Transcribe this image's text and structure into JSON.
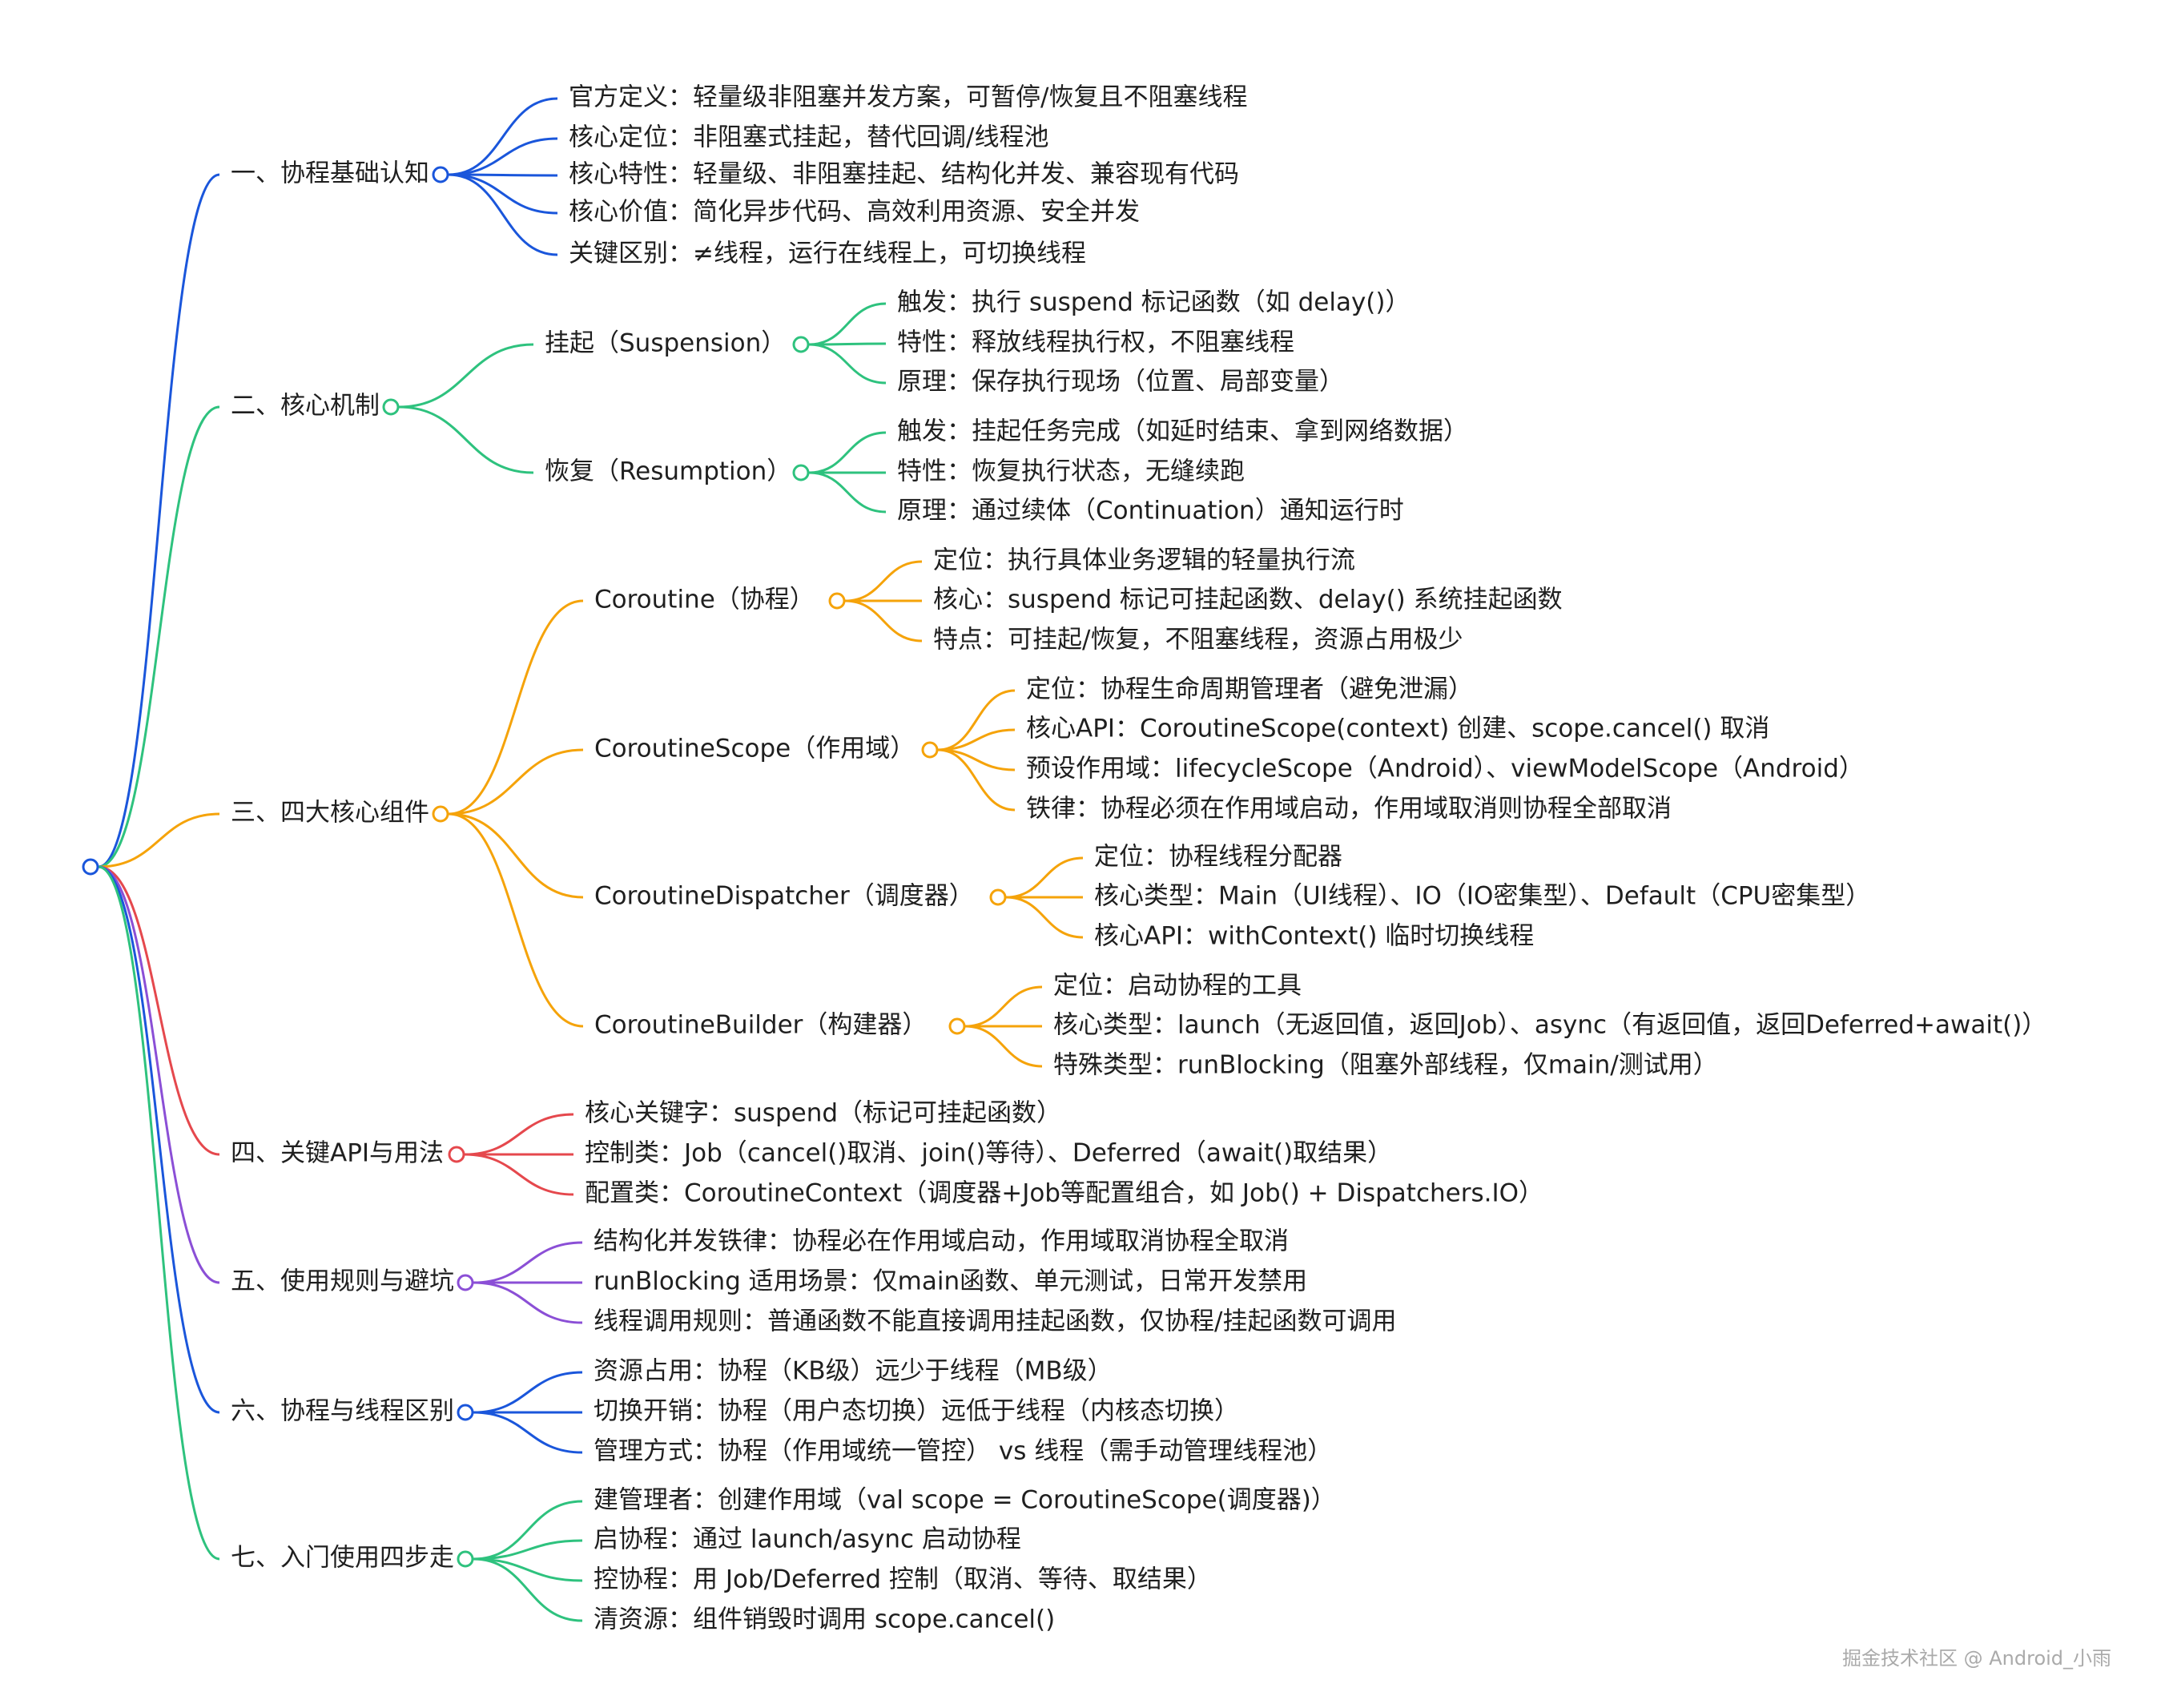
{
  "root": {
    "label": ""
  },
  "watermark": "掘金技术社区 @ Android_小雨",
  "branches": [
    {
      "label": "一、协程基础认知",
      "color": "#1a56db",
      "children": [
        {
          "label": "官方定义：轻量级非阻塞并发方案，可暂停/恢复且不阻塞线程"
        },
        {
          "label": "核心定位：非阻塞式挂起，替代回调/线程池"
        },
        {
          "label": "核心特性：轻量级、非阻塞挂起、结构化并发、兼容现有代码"
        },
        {
          "label": "核心价值：简化异步代码、高效利用资源、安全并发"
        },
        {
          "label": "关键区别：≠线程，运行在线程上，可切换线程"
        }
      ]
    },
    {
      "label": "二、核心机制",
      "color": "#2ec27e",
      "children": [
        {
          "label": "挂起（Suspension）",
          "children": [
            {
              "label": "触发：执行 suspend 标记函数（如 delay()）"
            },
            {
              "label": "特性：释放线程执行权，不阻塞线程"
            },
            {
              "label": "原理：保存执行现场（位置、局部变量）"
            }
          ]
        },
        {
          "label": "恢复（Resumption）",
          "children": [
            {
              "label": "触发：挂起任务完成（如延时结束、拿到网络数据）"
            },
            {
              "label": "特性：恢复执行状态，无缝续跑"
            },
            {
              "label": "原理：通过续体（Continuation）通知运行时"
            }
          ]
        }
      ]
    },
    {
      "label": "三、四大核心组件",
      "color": "#f5a30a",
      "children": [
        {
          "label": "Coroutine（协程）",
          "children": [
            {
              "label": "定位：执行具体业务逻辑的轻量执行流"
            },
            {
              "label": "核心：suspend 标记可挂起函数、delay() 系统挂起函数"
            },
            {
              "label": "特点：可挂起/恢复，不阻塞线程，资源占用极少"
            }
          ]
        },
        {
          "label": "CoroutineScope（作用域）",
          "children": [
            {
              "label": "定位：协程生命周期管理者（避免泄漏）"
            },
            {
              "label": "核心API：CoroutineScope(context) 创建、scope.cancel() 取消"
            },
            {
              "label": "预设作用域：lifecycleScope（Android）、viewModelScope（Android）"
            },
            {
              "label": "铁律：协程必须在作用域启动，作用域取消则协程全部取消"
            }
          ]
        },
        {
          "label": "CoroutineDispatcher（调度器）",
          "children": [
            {
              "label": "定位：协程线程分配器"
            },
            {
              "label": "核心类型：Main（UI线程）、IO（IO密集型）、Default（CPU密集型）"
            },
            {
              "label": "核心API：withContext() 临时切换线程"
            }
          ]
        },
        {
          "label": "CoroutineBuilder（构建器）",
          "children": [
            {
              "label": "定位：启动协程的工具"
            },
            {
              "label": "核心类型：launch（无返回值，返回Job）、async（有返回值，返回Deferred+await()）"
            },
            {
              "label": "特殊类型：runBlocking（阻塞外部线程，仅main/测试用）"
            }
          ]
        }
      ]
    },
    {
      "label": "四、关键API与用法",
      "color": "#e5484d",
      "children": [
        {
          "label": "核心关键字：suspend（标记可挂起函数）"
        },
        {
          "label": "控制类：Job（cancel()取消、join()等待）、Deferred（await()取结果）"
        },
        {
          "label": "配置类：CoroutineContext（调度器+Job等配置组合，如 Job() + Dispatchers.IO）"
        }
      ]
    },
    {
      "label": "五、使用规则与避坑",
      "color": "#8b4fd6",
      "children": [
        {
          "label": "结构化并发铁律：协程必在作用域启动，作用域取消协程全取消"
        },
        {
          "label": "runBlocking 适用场景：仅main函数、单元测试，日常开发禁用"
        },
        {
          "label": "线程调用规则：普通函数不能直接调用挂起函数，仅协程/挂起函数可调用"
        }
      ]
    },
    {
      "label": "六、协程与线程区别",
      "color": "#1a56db",
      "children": [
        {
          "label": "资源占用：协程（KB级）远少于线程（MB级）"
        },
        {
          "label": "切换开销：协程（用户态切换）远低于线程（内核态切换）"
        },
        {
          "label": "管理方式：协程（作用域统一管控） vs 线程（需手动管理线程池）"
        }
      ]
    },
    {
      "label": "七、入门使用四步走",
      "color": "#2ec27e",
      "children": [
        {
          "label": "建管理者：创建作用域（val scope = CoroutineScope(调度器)）"
        },
        {
          "label": "启协程：通过 launch/async 启动协程"
        },
        {
          "label": "控协程：用 Job/Deferred 控制（取消、等待、取结果）"
        },
        {
          "label": "清资源：组件销毁时调用 scope.cancel()"
        }
      ]
    }
  ]
}
